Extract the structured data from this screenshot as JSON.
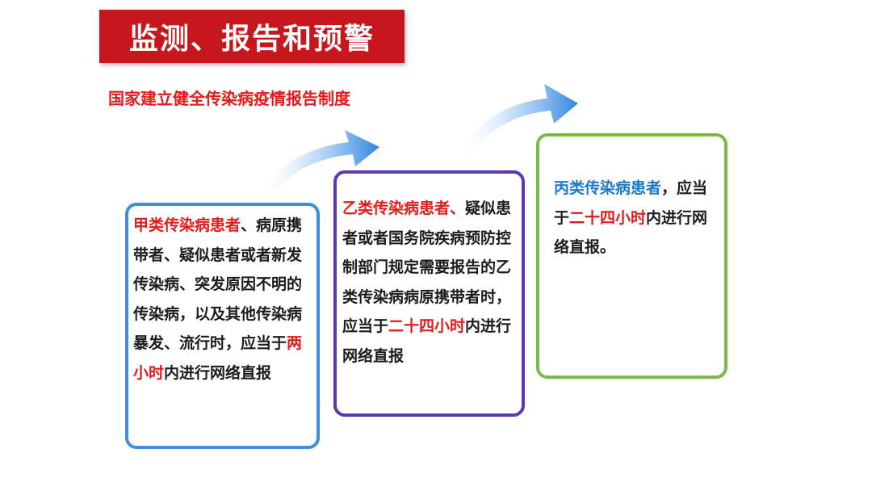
{
  "header": {
    "title": "监测、报告和预警",
    "subtitle": "国家建立健全传染病疫情报告制度"
  },
  "boxes": {
    "class_a": {
      "lead": "甲类传染病患者",
      "text1": "、病原携带者、疑似患者或者新发传染病、突发原因不明的传染病，以及其他传染病暴发、流行时，应当于",
      "highlight": "两小时",
      "text2": "内进行网络直报"
    },
    "class_b": {
      "lead": "乙类传染病患者",
      "sep": "、",
      "text1": "疑似患者或者国务院疾病预防控制部门规定需要报告的乙类传染病病原携带者时，应当于",
      "highlight": "二十四小时",
      "text2": "内进行网络直报"
    },
    "class_c": {
      "lead": "丙类传染病患者",
      "text1": "，应当于",
      "highlight": "二十四小时",
      "text2": "内进行网络直报。"
    }
  },
  "colors": {
    "title_bg": "#c8161d",
    "subtitle": "#e31b1b",
    "highlight_red": "#e31b1b",
    "highlight_blue": "#1e78c9",
    "box_a_border": "#3d8ede",
    "box_b_border": "#5a38b4",
    "box_c_border": "#7cba45",
    "arrow": "#2f86e0"
  },
  "icons": [
    "curved-arrow-icon",
    "curved-arrow-icon"
  ]
}
